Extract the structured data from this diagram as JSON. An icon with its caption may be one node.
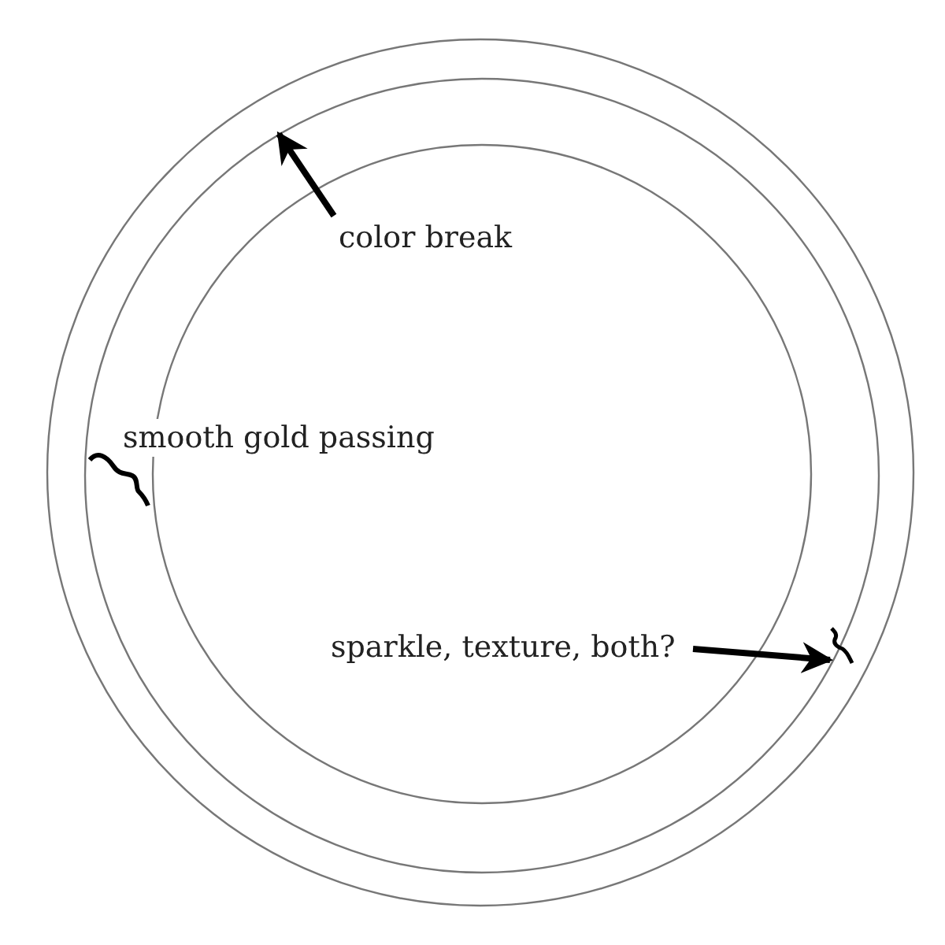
{
  "diagram": {
    "nodes": [
      {
        "text": [
          "color break"
        ]
      },
      {
        "text": [
          "smooth gold passing"
        ]
      },
      {
        "text": [
          "sparkle, texture, both?"
        ]
      },
      {
        "text": [],
        "shape": "bracket"
      }
    ],
    "edges": [
      {
        "from": 0,
        "to": null,
        "arrow": "to"
      },
      {
        "from": 2,
        "to": 3,
        "arrow": "to"
      }
    ]
  }
}
